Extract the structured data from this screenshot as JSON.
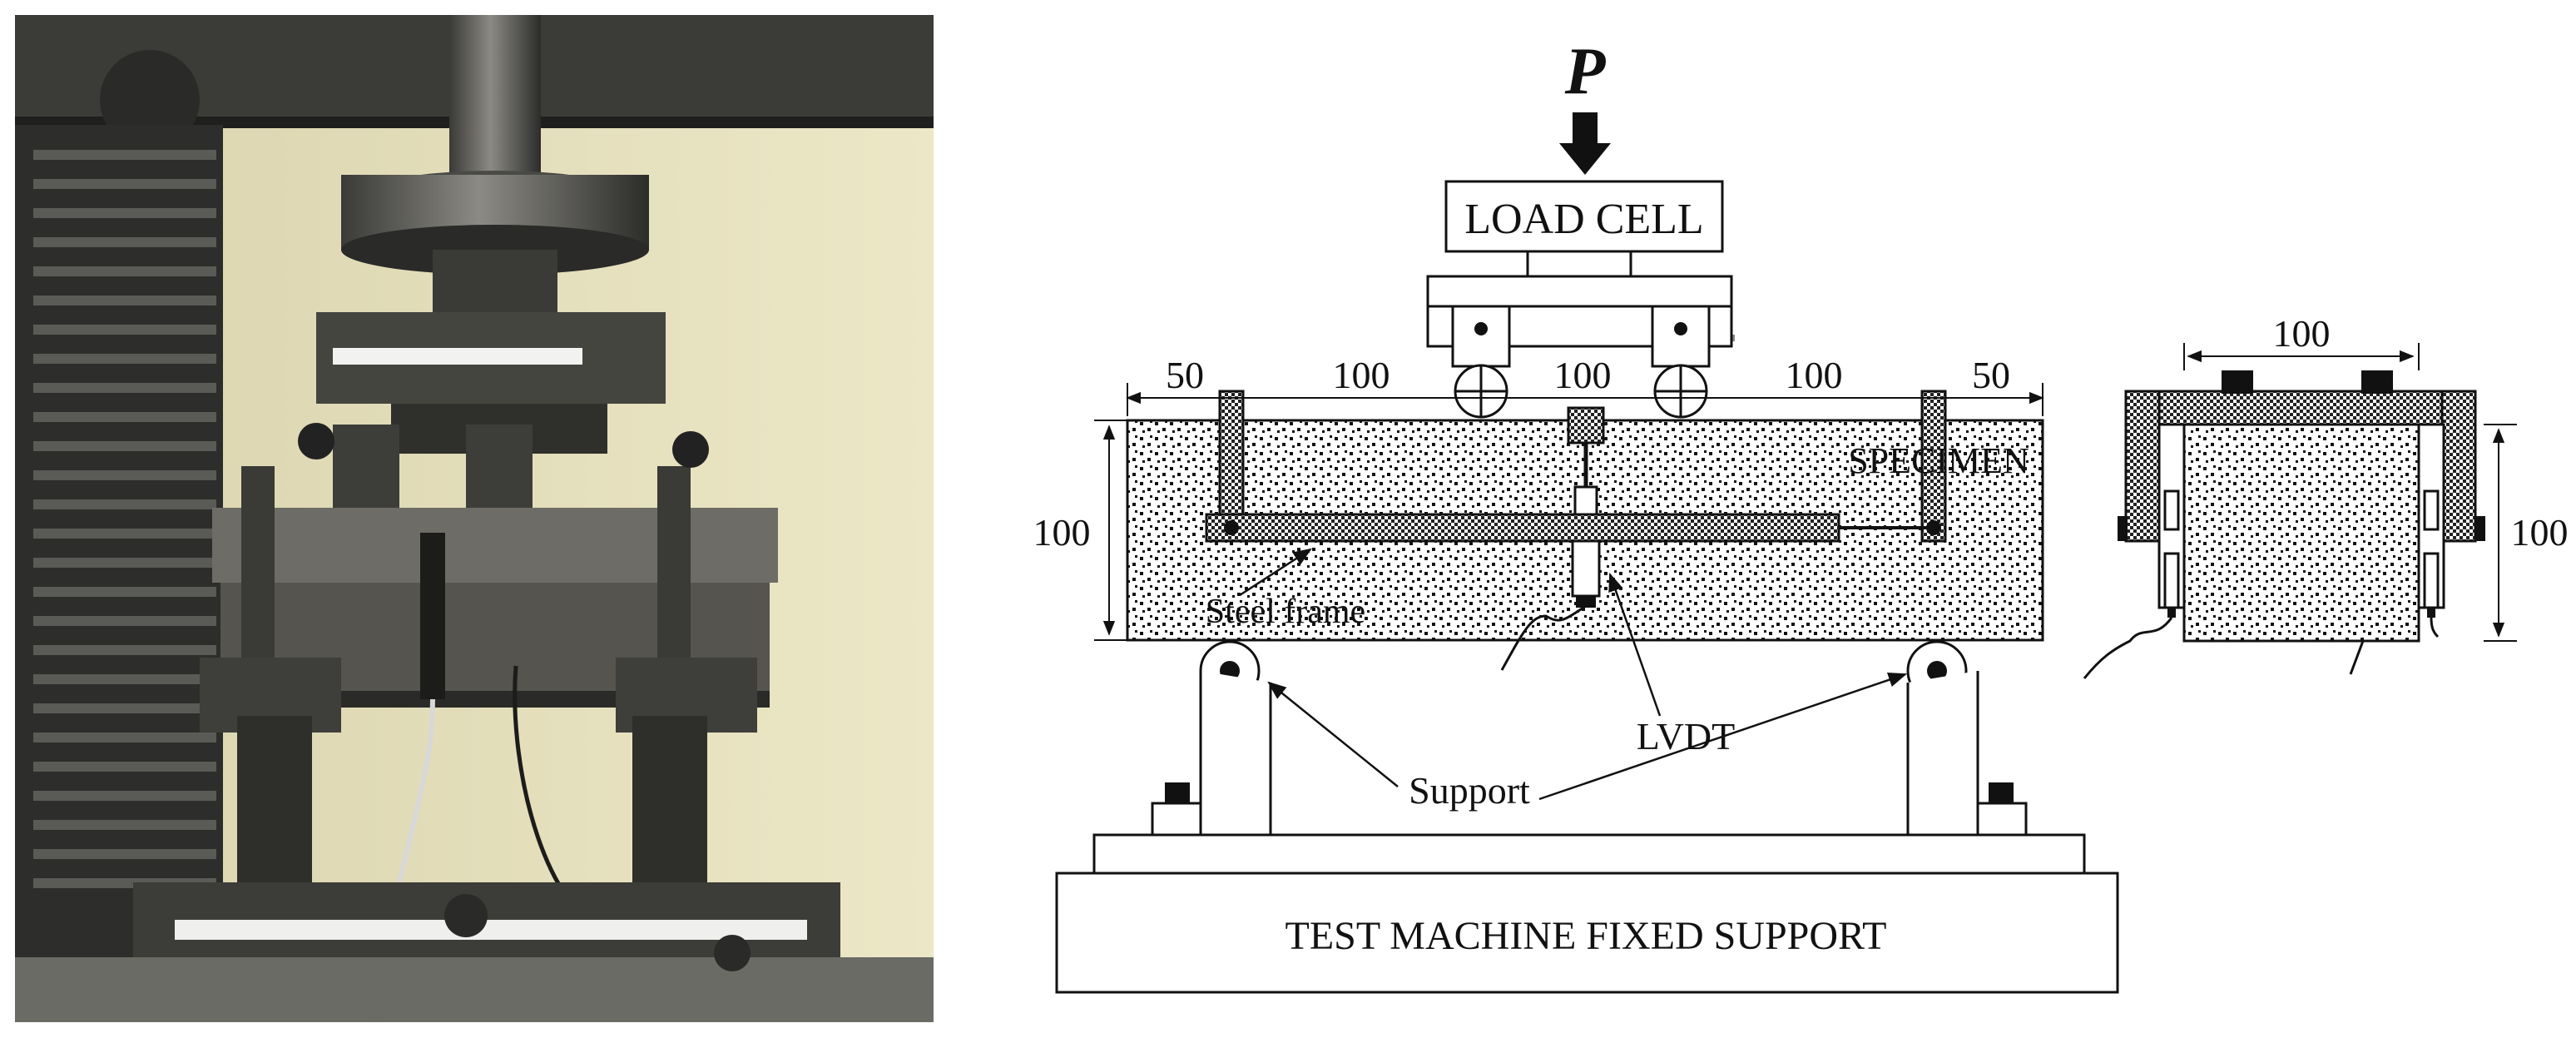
{
  "photo": {
    "description_icon": "test-rig-photo"
  },
  "diagram": {
    "load_symbol": "P",
    "load_cell_label": "LOAD CELL",
    "specimen_label": "SPECIMEN",
    "steel_frame_label": "Steel frame",
    "lvdt_label": "LVDT",
    "support_label": "Support",
    "base_label": "TEST MACHINE FIXED SUPPORT",
    "dim_50_left": "50",
    "dim_100_a": "100",
    "dim_100_b": "100",
    "dim_100_c": "100",
    "dim_50_right": "50",
    "dim_height": "100",
    "section_width": "100",
    "section_height": "100"
  },
  "colors": {
    "steel_dark": "#2c2c2a",
    "wall": "#e8e2bd",
    "frame_gray": "#7e7d78",
    "line": "#111111"
  }
}
